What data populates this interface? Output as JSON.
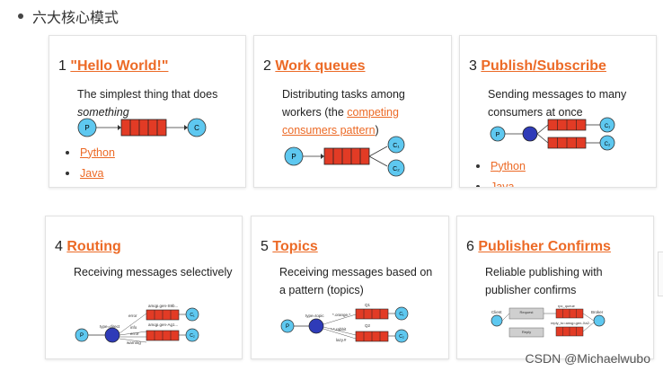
{
  "heading": "六大核心模式",
  "cards": [
    {
      "num": "1",
      "title": "\"Hello World!\"",
      "desc_pre": "The simplest thing that does",
      "desc_em": "something",
      "links": [
        "Python",
        "Java"
      ],
      "diagram": {
        "producer": "P",
        "consumer": "C"
      }
    },
    {
      "num": "2",
      "title": "Work queues",
      "desc_pre": "Distributing tasks among workers (the",
      "desc_link": "competing consumers pattern",
      "desc_post": ")",
      "diagram": {
        "producer": "P",
        "consumer1": "C₁",
        "consumer2": "C₂"
      }
    },
    {
      "num": "3",
      "title": "Publish/Subscribe",
      "desc": "Sending messages to many consumers at once",
      "links": [
        "Python",
        "Java"
      ],
      "diagram": {
        "producer": "P",
        "exchange": "X",
        "consumer1": "C₁",
        "consumer2": "C₂"
      }
    },
    {
      "num": "4",
      "title": "Routing",
      "desc": "Receiving messages selectively",
      "diagram": {
        "producer": "P",
        "type": "type=direct",
        "routes": [
          "error",
          "info",
          "error",
          "warning"
        ],
        "queues": [
          "amqp.gen-S9b...",
          "amqp.gen-Ag1..."
        ],
        "consumers": [
          "C₁",
          "C₂"
        ]
      }
    },
    {
      "num": "5",
      "title": "Topics",
      "desc": "Receiving messages based on a pattern (topics)",
      "diagram": {
        "producer": "P",
        "type": "type=topic",
        "routes": [
          "*.orange.*",
          "*.*.rabbit",
          "lazy.#"
        ],
        "queues": [
          "Q1",
          "Q2"
        ],
        "consumers": [
          "C₁",
          "C₂"
        ]
      }
    },
    {
      "num": "6",
      "title": "Publisher Confirms",
      "desc": "Reliable publishing with publisher confirms",
      "diagram": {
        "left": "Client",
        "right": "Broker",
        "box1": "Request",
        "box2": "Reply",
        "queue1": "rpc_queue",
        "queue2": "reply_to=amqp.gen-Xa2..."
      }
    }
  ],
  "watermark": "CSDN @Michaelwubo"
}
